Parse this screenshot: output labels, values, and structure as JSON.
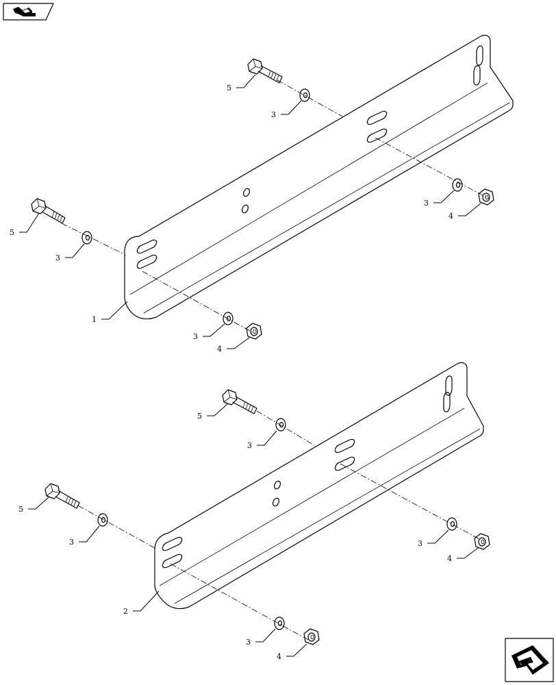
{
  "callouts": {
    "c1": "1",
    "c2": "2",
    "c3": "3",
    "c4": "4",
    "c5": "5"
  },
  "icons": {
    "top_left": "book-open-icon",
    "bottom_right": "next-page-arrow-icon"
  }
}
